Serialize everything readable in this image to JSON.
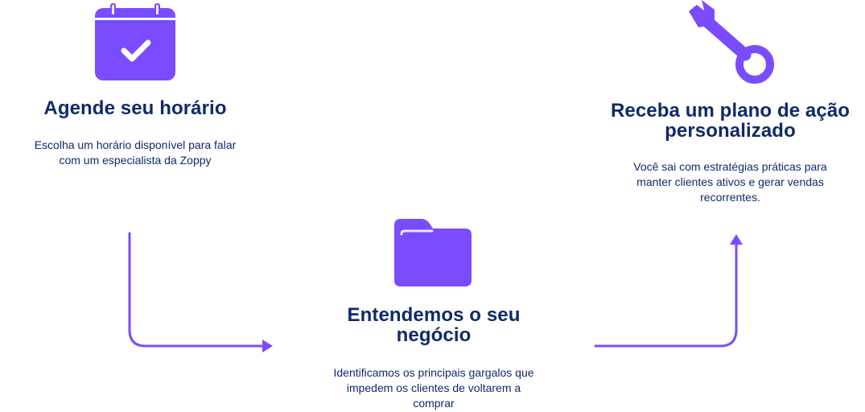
{
  "steps": [
    {
      "icon": "calendar-check-icon",
      "title": "Agende seu horário",
      "description_lines": [
        "Escolha um horário disponível para falar",
        "com um especialista da Zoppy"
      ]
    },
    {
      "icon": "folder-icon",
      "title_lines": [
        "Entendemos o seu",
        "negócio"
      ],
      "description_lines": [
        "Identificamos os principais gargalos que",
        "impedem os clientes de voltarem a",
        "comprar"
      ]
    },
    {
      "icon": "wrench-icon",
      "title_lines": [
        "Receba um plano de ação",
        "personalizado"
      ],
      "description_lines": [
        "Você sai com estratégias práticas para",
        "manter clientes ativos e gerar vendas",
        "recorrentes."
      ]
    }
  ],
  "colors": {
    "accent": "#7b4bff",
    "title": "#0f2a6b"
  }
}
